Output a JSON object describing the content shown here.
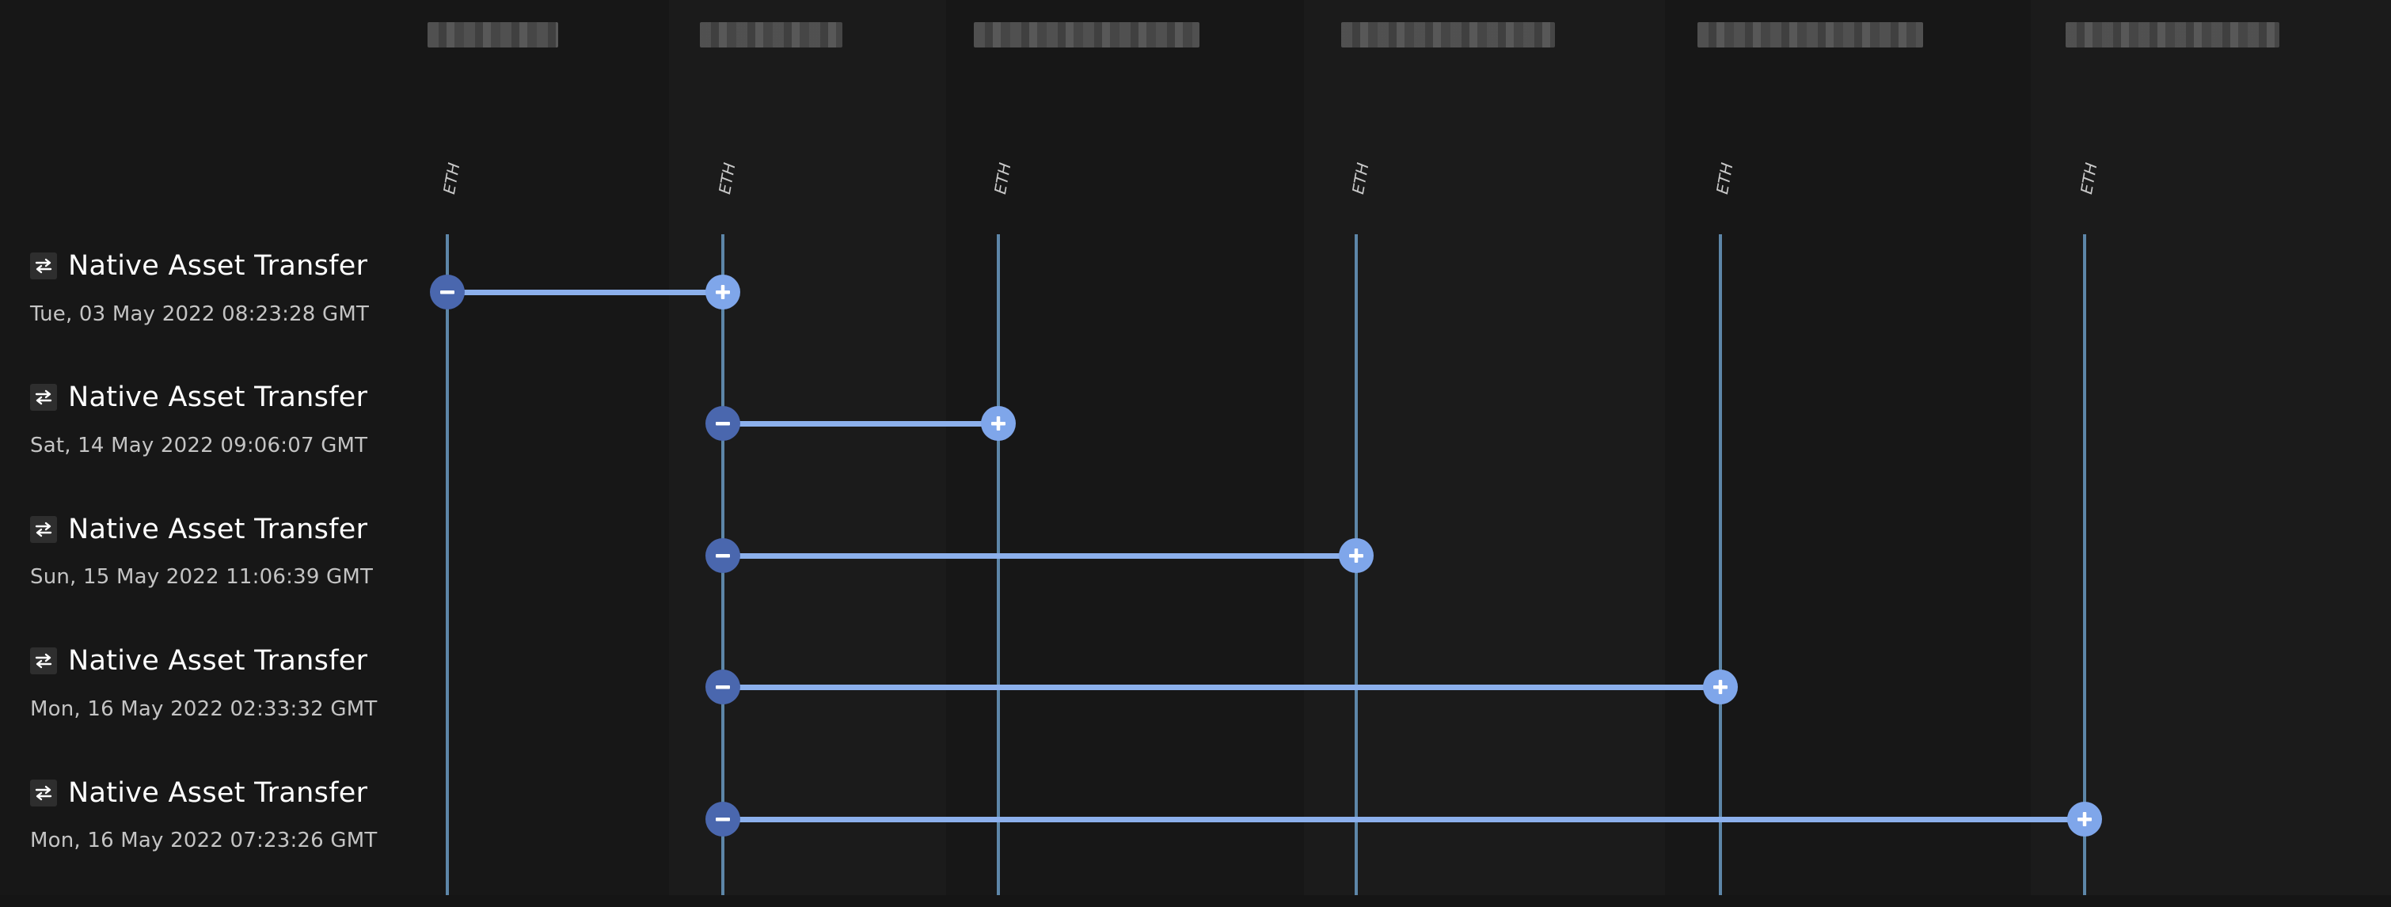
{
  "columns": [
    {
      "asset": "ETH",
      "header_blurred": true
    },
    {
      "asset": "ETH",
      "header_blurred": true
    },
    {
      "asset": "ETH",
      "header_blurred": true
    },
    {
      "asset": "ETH",
      "header_blurred": true
    },
    {
      "asset": "ETH",
      "header_blurred": true
    },
    {
      "asset": "ETH",
      "header_blurred": true
    }
  ],
  "transactions": [
    {
      "label": "Native Asset Transfer",
      "timestamp": "Tue, 03 May 2022 08:23:28 GMT",
      "from_column": 0,
      "to_column": 1
    },
    {
      "label": "Native Asset Transfer",
      "timestamp": "Sat, 14 May 2022 09:06:07 GMT",
      "from_column": 1,
      "to_column": 2
    },
    {
      "label": "Native Asset Transfer",
      "timestamp": "Sun, 15 May 2022 11:06:39 GMT",
      "from_column": 1,
      "to_column": 3
    },
    {
      "label": "Native Asset Transfer",
      "timestamp": "Mon, 16 May 2022 02:33:32 GMT",
      "from_column": 1,
      "to_column": 4
    },
    {
      "label": "Native Asset Transfer",
      "timestamp": "Mon, 16 May 2022 07:23:26 GMT",
      "from_column": 1,
      "to_column": 5
    }
  ],
  "colors": {
    "background": "#151515",
    "lane_line": "#5d86a8",
    "connector": "#8cb0ec",
    "sender_node": "#4a67ae",
    "receiver_node": "#7fa6ea"
  },
  "icons": {
    "transfer": "transfer-arrows-icon",
    "minus": "minus-icon",
    "plus": "plus-icon"
  }
}
